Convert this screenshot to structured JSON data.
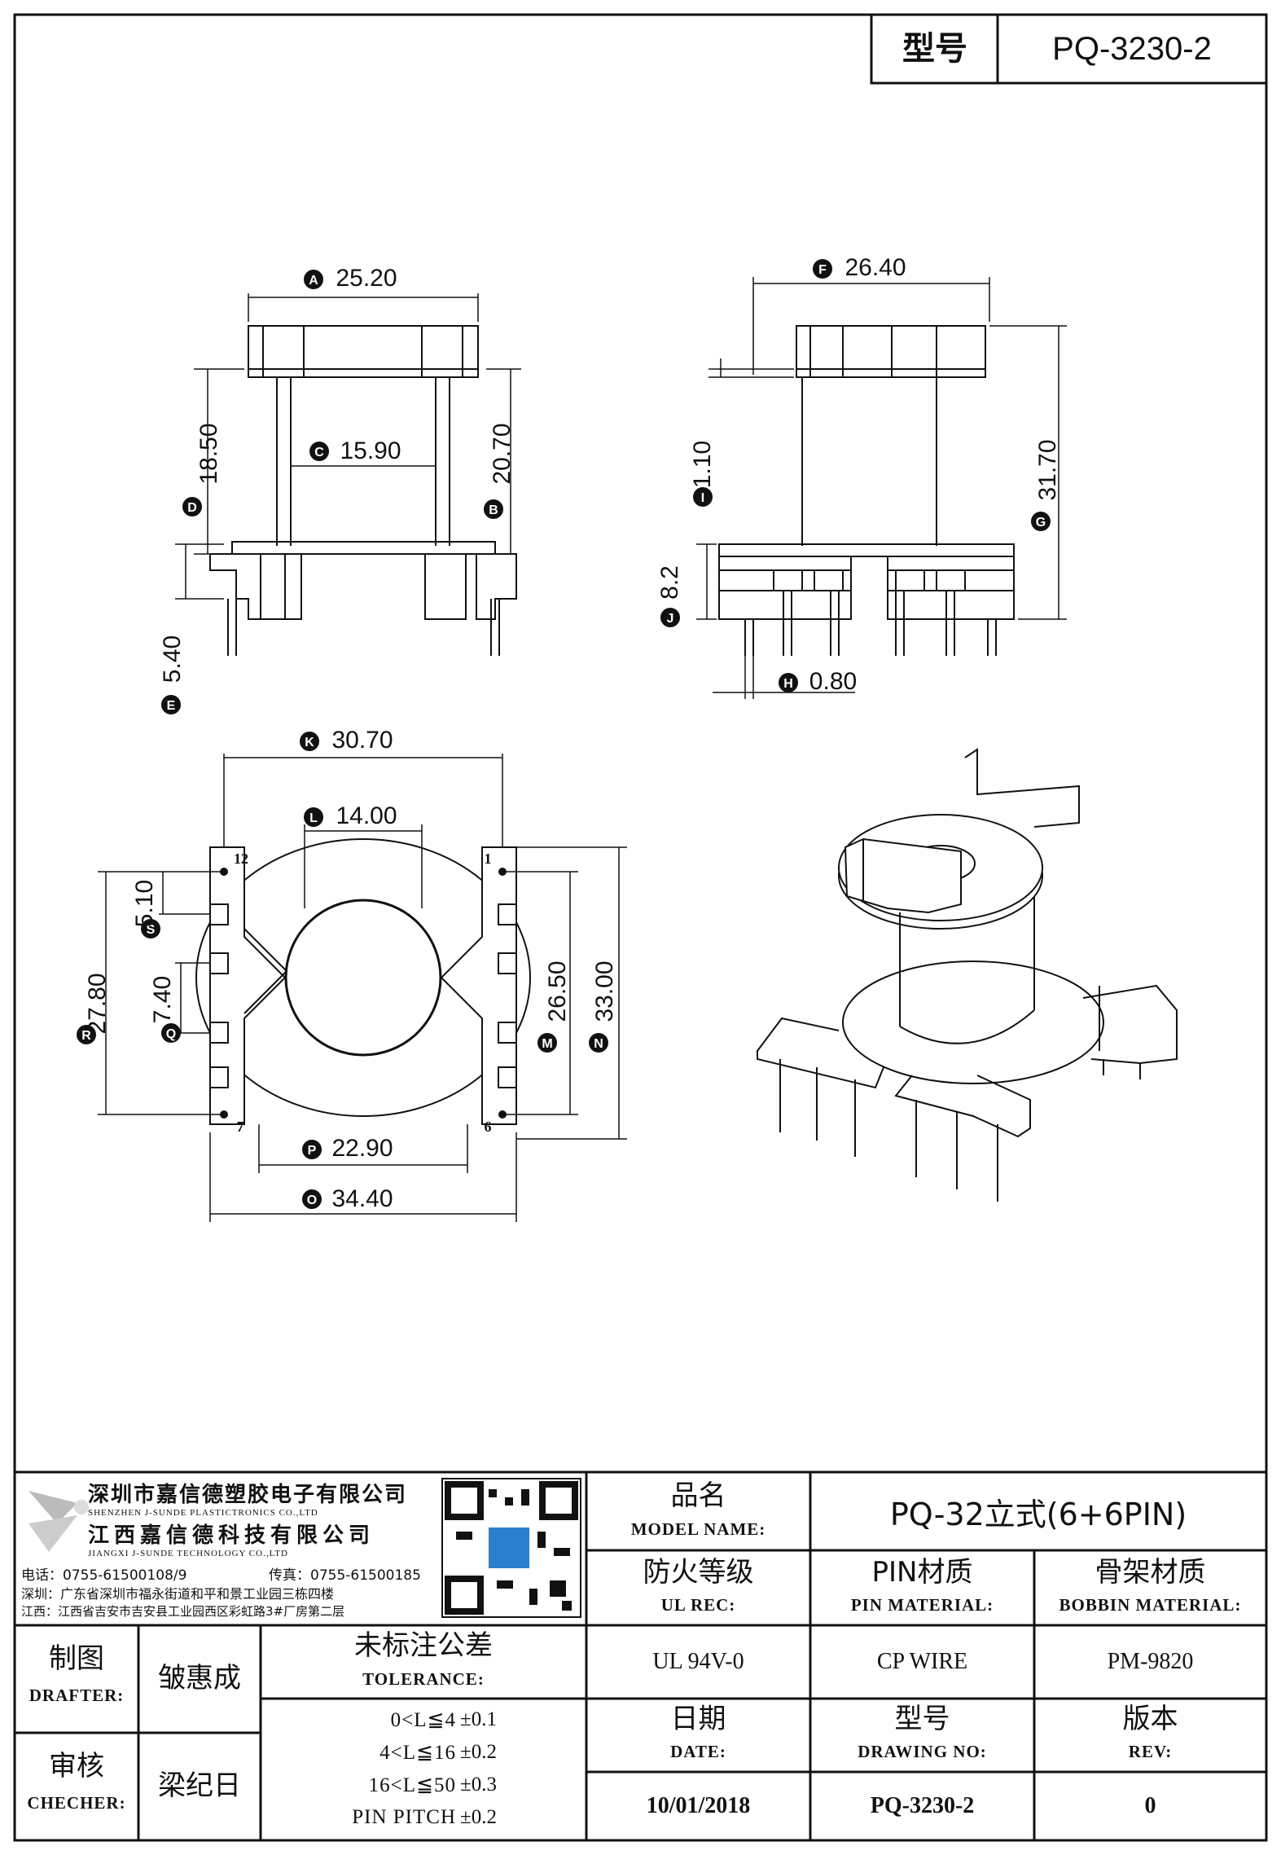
{
  "header": {
    "model_label": "型号",
    "model_value": "PQ-3230-2"
  },
  "dimensions": {
    "A": "25.20",
    "B": "20.70",
    "C": "15.90",
    "D": "18.50",
    "E": "5.40",
    "F": "26.40",
    "G": "31.70",
    "H": "0.80",
    "I": "1.10",
    "J": "8.2",
    "K": "30.70",
    "L": "14.00",
    "M": "26.50",
    "N": "33.00",
    "O": "34.40",
    "P": "22.90",
    "Q": "7.40",
    "R": "27.80",
    "S": "5.10"
  },
  "dim_letters": [
    "A",
    "B",
    "C",
    "D",
    "E",
    "F",
    "G",
    "H",
    "I",
    "J",
    "K",
    "L",
    "M",
    "N",
    "O",
    "P",
    "Q",
    "R",
    "S"
  ],
  "pin_numbers": {
    "p12": "12",
    "p1": "1",
    "p7": "7",
    "p6": "6"
  },
  "company": {
    "name_cn_1": "深圳市嘉信德塑胶电子有限公司",
    "name_en_1": "SHENZHEN J-SUNDE PLASTICTRONICS CO.,LTD",
    "name_cn_2": "江西嘉信德科技有限公司",
    "name_en_2": "JIANGXI J-SUNDE TECHNOLOGY CO.,LTD",
    "phone": "电话：0755-61500108/9",
    "fax": "传真：0755-61500185",
    "addr_sz": "深圳：广东省深圳市福永街道和平和景工业园三栋四楼",
    "addr_jx": "江西：江西省吉安市吉安县工业园西区彩虹路3#厂房第二层"
  },
  "title_block": {
    "model_name_cn": "品名",
    "model_name_en": "MODEL NAME:",
    "model_name_value": "PQ-32立式(6+6PIN)",
    "ul_cn": "防火等级",
    "ul_en": "UL REC:",
    "ul_value": "UL 94V-0",
    "pin_mat_cn": "PIN材质",
    "pin_mat_en": "PIN MATERIAL:",
    "pin_mat_value": "CP WIRE",
    "bobbin_cn": "骨架材质",
    "bobbin_en": "BOBBIN MATERIAL:",
    "bobbin_value": "PM-9820",
    "drafter_cn": "制图",
    "drafter_en": "DRAFTER:",
    "drafter_value": "皱惠成",
    "checker_cn": "审核",
    "checker_en": "CHECHER:",
    "checker_value": "梁纪日",
    "tol_cn": "未标注公差",
    "tol_en": "TOLERANCE:",
    "tol_rows": [
      {
        "range": "0<L≦4",
        "value": "±0.1"
      },
      {
        "range": "4<L≦16",
        "value": "±0.2"
      },
      {
        "range": "16<L≦50",
        "value": "±0.3"
      },
      {
        "range": "PIN PITCH",
        "value": "±0.2"
      }
    ],
    "date_cn": "日期",
    "date_en": "DATE:",
    "date_value": "10/01/2018",
    "dwg_cn": "型号",
    "dwg_en": "DRAWING NO:",
    "dwg_value": "PQ-3230-2",
    "rev_cn": "版本",
    "rev_en": "REV:",
    "rev_value": "0"
  }
}
